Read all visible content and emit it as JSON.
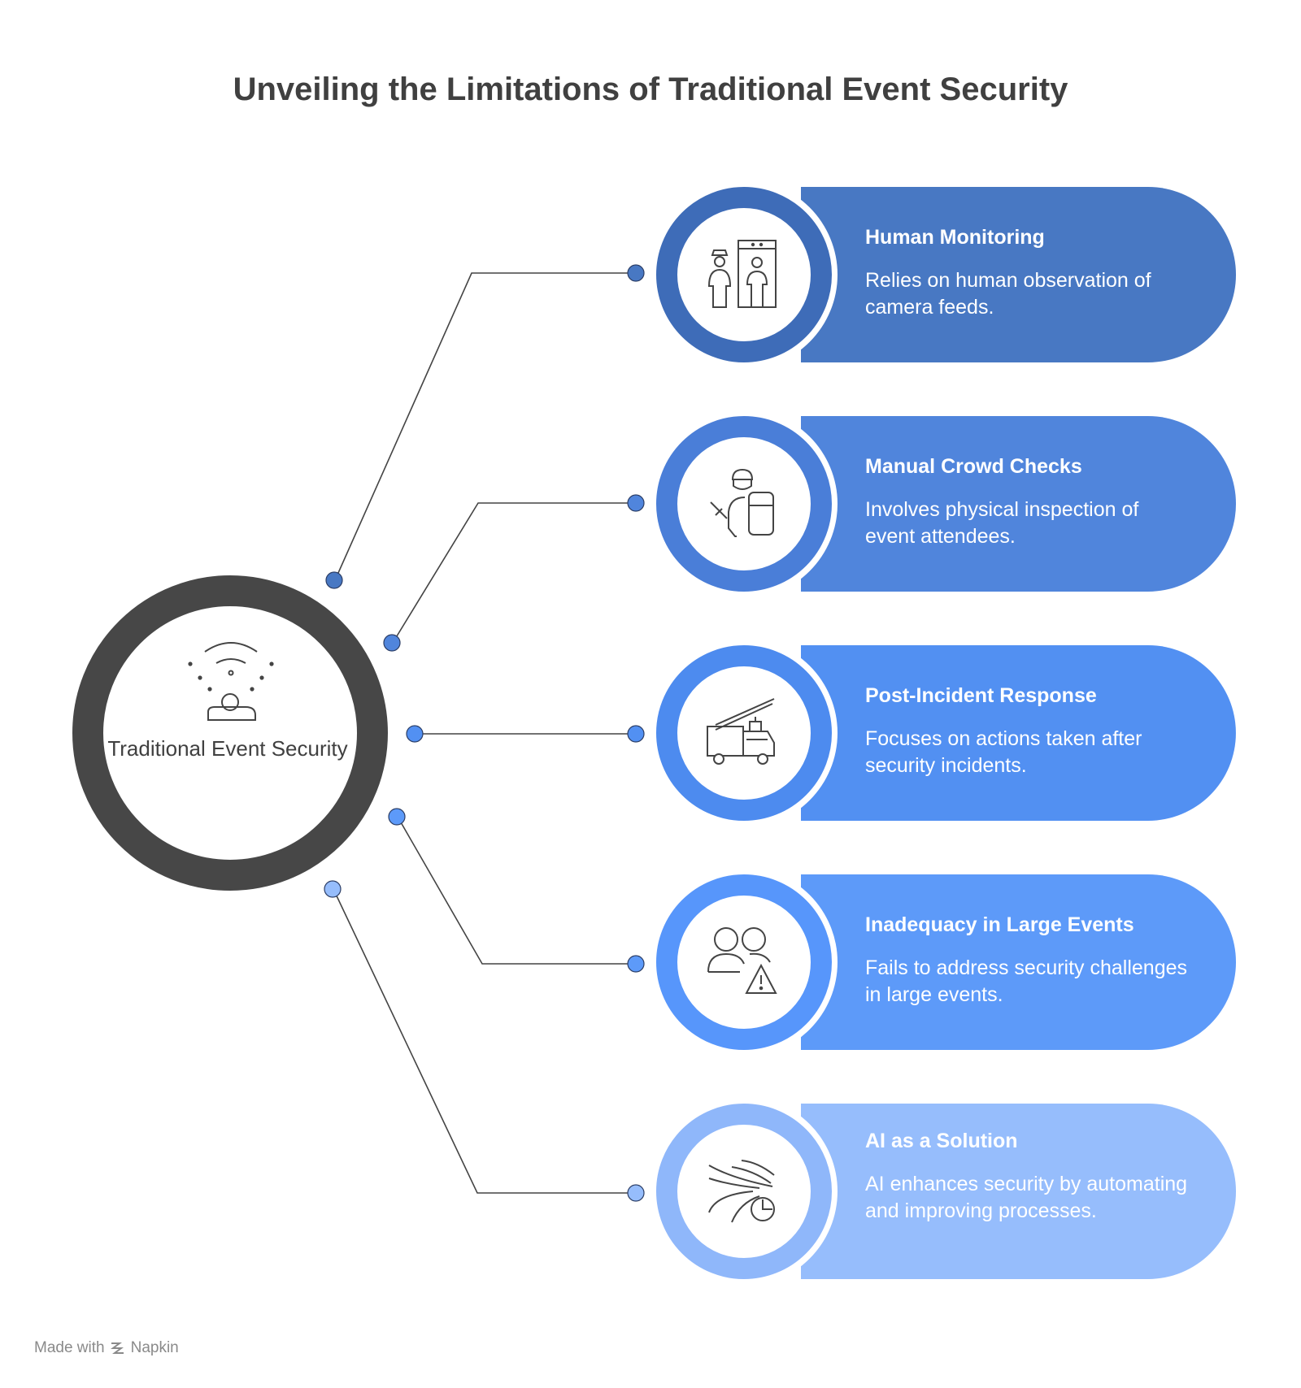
{
  "title": "Unveiling the Limitations of Traditional Event Security",
  "hub": {
    "label": "Traditional Event Security",
    "icon": "wireless-person-icon",
    "ring_color": "#474747"
  },
  "items": [
    {
      "title": "Human Monitoring",
      "description": "Relies on human observation of camera feeds.",
      "icon": "security-guard-scanner-icon",
      "color": "#4878c3",
      "ring_color": "#3e6cb8"
    },
    {
      "title": "Manual Crowd Checks",
      "description": "Involves physical inspection of event attendees.",
      "icon": "guard-inspection-icon",
      "color": "#5085dc",
      "ring_color": "#4a7ed8"
    },
    {
      "title": "Post-Incident Response",
      "description": "Focuses on actions taken after security incidents.",
      "icon": "emergency-truck-icon",
      "color": "#5290f2",
      "ring_color": "#4d8bef"
    },
    {
      "title": "Inadequacy in Large Events",
      "description": "Fails to address security challenges in large events.",
      "icon": "crowd-warning-icon",
      "color": "#5d9af9",
      "ring_color": "#5796fb"
    },
    {
      "title": "AI as a Solution",
      "description": "AI enhances security by automating and improving processes.",
      "icon": "ai-flow-clock-icon",
      "color": "#96bdfc",
      "ring_color": "#8fb7fa"
    }
  ],
  "footer": {
    "made_with": "Made with",
    "brand": "Napkin"
  }
}
